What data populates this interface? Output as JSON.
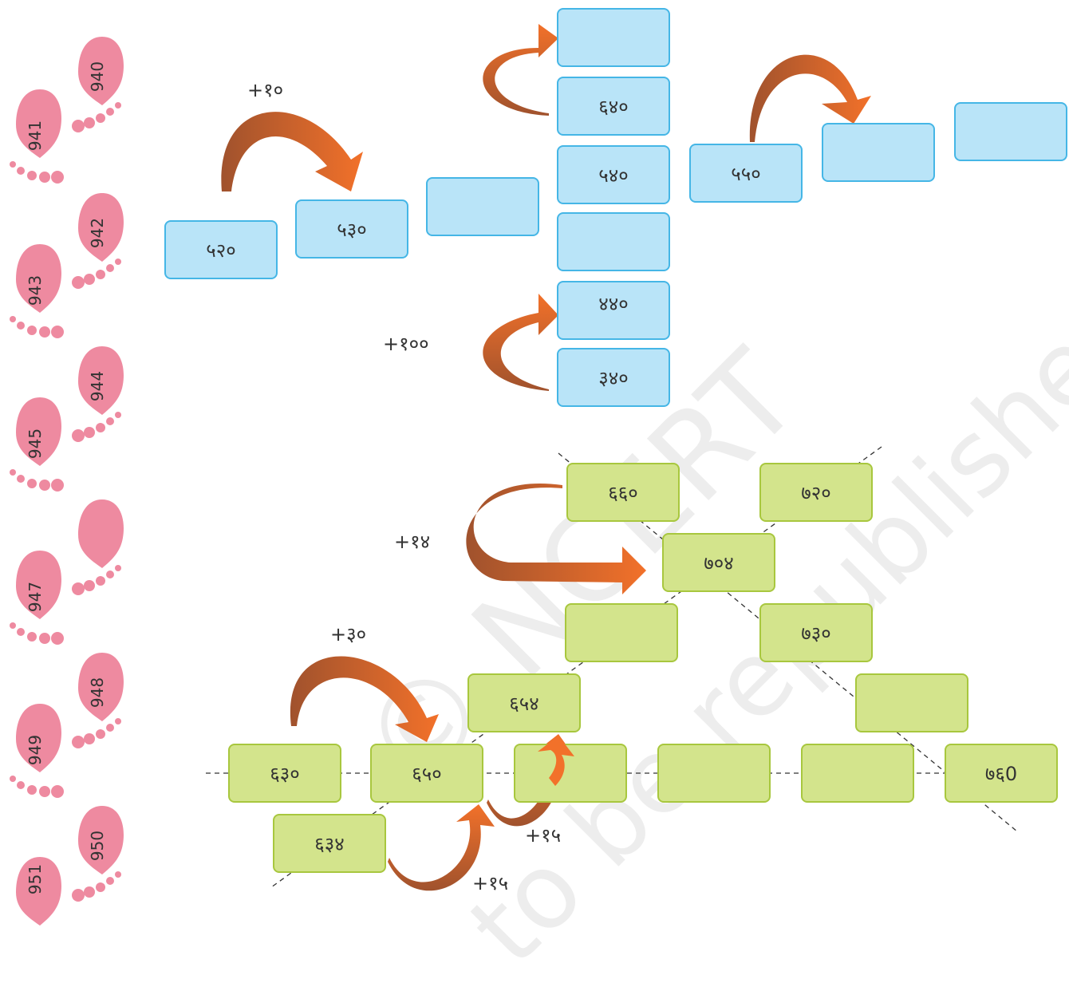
{
  "footprints": [
    "940",
    "941",
    "942",
    "943",
    "944",
    "945",
    "",
    "947",
    "948",
    "949",
    "950",
    "951"
  ],
  "labels": {
    "plus_10": "+१०",
    "plus_100": "+१००",
    "plus_14": "+१४",
    "plus_30": "+३०",
    "plus_15_a": "+१५",
    "plus_15_b": "+१५"
  },
  "blue_boxes": {
    "b_520": "५२०",
    "b_530": "५३०",
    "b_blank_row": "",
    "b_col_top": "",
    "b_640": "६४०",
    "b_540": "५४०",
    "b_col_blank": "",
    "b_440": "४४०",
    "b_340": "३४०",
    "b_550": "५५०",
    "b_blank_r1": "",
    "b_blank_r2": ""
  },
  "green_boxes": {
    "g_660": "६६०",
    "g_720": "७२०",
    "g_704": "७०४",
    "g_blank_mid": "",
    "g_730": "७३०",
    "g_654": "६५४",
    "g_blank_right": "",
    "g_630": "६३०",
    "g_650": "६५०",
    "g_blank_1": "",
    "g_blank_2": "",
    "g_blank_3": "",
    "g_760": "७६0",
    "g_634": "६३४"
  },
  "watermark": {
    "line1": "© NCERT",
    "line2": "to be republished"
  },
  "colors": {
    "arrow_orange": "#f2712a",
    "arrow_brown": "#a0522d",
    "foot_pink": "#ee8aa0",
    "blue_fill": "#b9e4f8",
    "green_fill": "#d3e48c"
  }
}
